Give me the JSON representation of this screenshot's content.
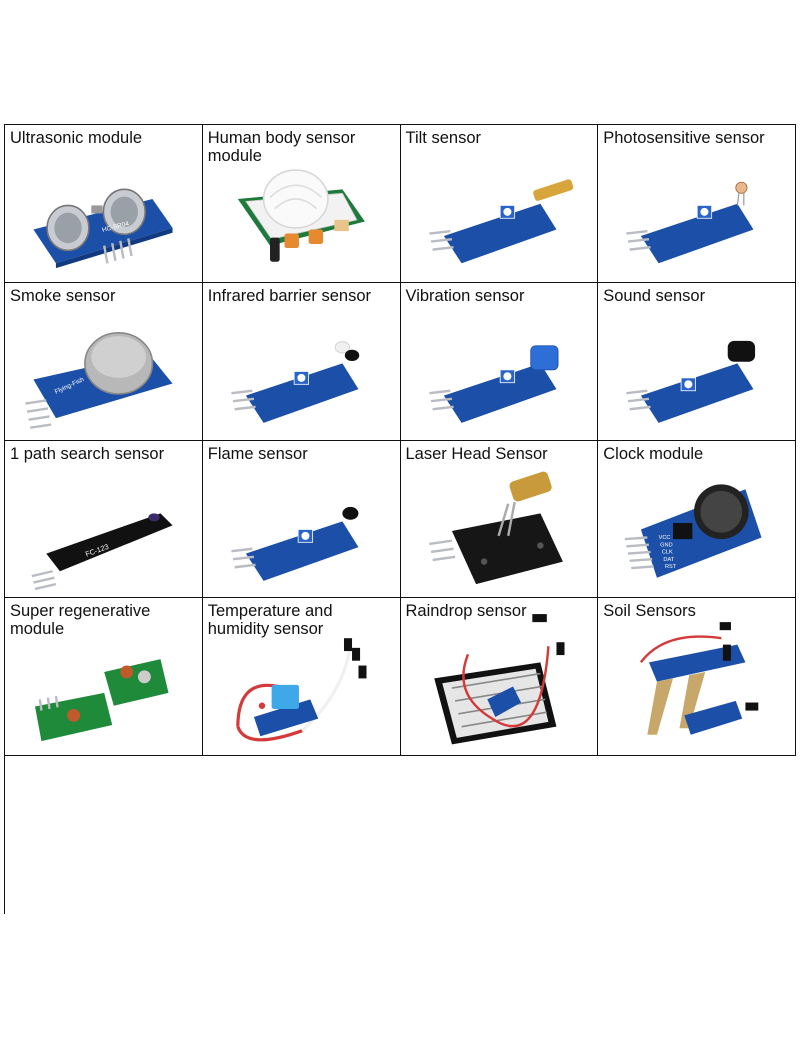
{
  "items": [
    {
      "label": "Ultrasonic module",
      "icon": "ultrasonic-sensor-icon"
    },
    {
      "label": "Human body sensor module",
      "icon": "pir-sensor-icon"
    },
    {
      "label": "Tilt sensor",
      "icon": "tilt-sensor-icon"
    },
    {
      "label": "Photosensitive sensor",
      "icon": "photosensitive-sensor-icon"
    },
    {
      "label": "Smoke sensor",
      "icon": "smoke-sensor-icon"
    },
    {
      "label": "Infrared barrier sensor",
      "icon": "infrared-barrier-sensor-icon"
    },
    {
      "label": "Vibration sensor",
      "icon": "vibration-sensor-icon"
    },
    {
      "label": "Sound sensor",
      "icon": "sound-sensor-icon"
    },
    {
      "label": "1 path search sensor",
      "icon": "line-tracking-sensor-icon"
    },
    {
      "label": "Flame sensor",
      "icon": "flame-sensor-icon"
    },
    {
      "label": "Laser Head Sensor",
      "icon": "laser-head-sensor-icon"
    },
    {
      "label": "Clock module",
      "icon": "clock-module-icon"
    },
    {
      "label": "Super regenerative module",
      "icon": "rf-module-icon"
    },
    {
      "label": "Temperature and humidity sensor",
      "icon": "temperature-humidity-sensor-icon"
    },
    {
      "label": "Raindrop sensor",
      "icon": "raindrop-sensor-icon"
    },
    {
      "label": "Soil Sensors",
      "icon": "soil-sensor-icon"
    }
  ],
  "board_texts": {
    "ultrasonic": "HC-SR04",
    "smoke": "Flying-Fish",
    "tracking": "FC-123",
    "clock_pins": [
      "VCC",
      "GND",
      "CLK",
      "DAT",
      "RST"
    ]
  },
  "colors": {
    "pcb": "#1c4fa8",
    "pcb_dark": "#123a80",
    "pin": "#b9bcc2",
    "pot": "#2a63c9"
  }
}
